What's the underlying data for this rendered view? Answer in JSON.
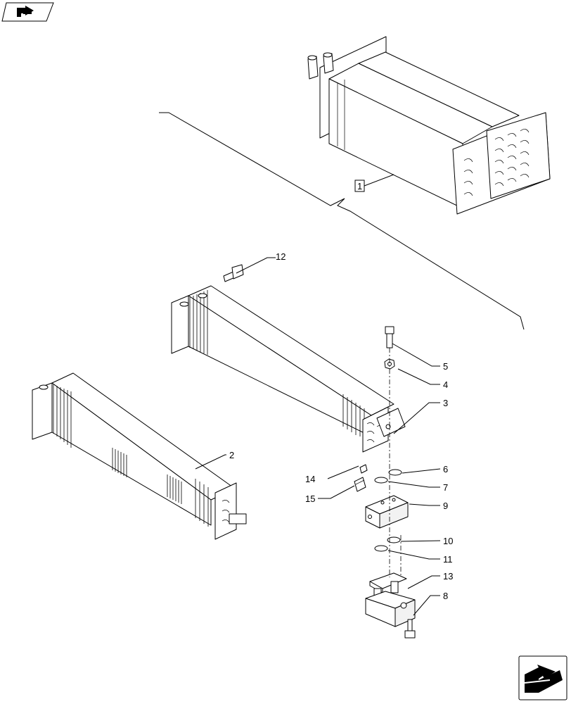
{
  "diagram": {
    "callouts": [
      {
        "id": "c1",
        "label": "1",
        "boxed": true
      },
      {
        "id": "c2",
        "label": "2"
      },
      {
        "id": "c3",
        "label": "3"
      },
      {
        "id": "c4",
        "label": "4"
      },
      {
        "id": "c5",
        "label": "5"
      },
      {
        "id": "c6",
        "label": "6"
      },
      {
        "id": "c7",
        "label": "7"
      },
      {
        "id": "c8",
        "label": "8"
      },
      {
        "id": "c9",
        "label": "9"
      },
      {
        "id": "c10",
        "label": "10"
      },
      {
        "id": "c11",
        "label": "11"
      },
      {
        "id": "c12",
        "label": "12"
      },
      {
        "id": "c13",
        "label": "13"
      },
      {
        "id": "c14",
        "label": "14"
      },
      {
        "id": "c15",
        "label": "15"
      }
    ],
    "icons": {
      "top_left": "back-arrow-icon",
      "bottom_right": "next-arrow-icon"
    }
  }
}
